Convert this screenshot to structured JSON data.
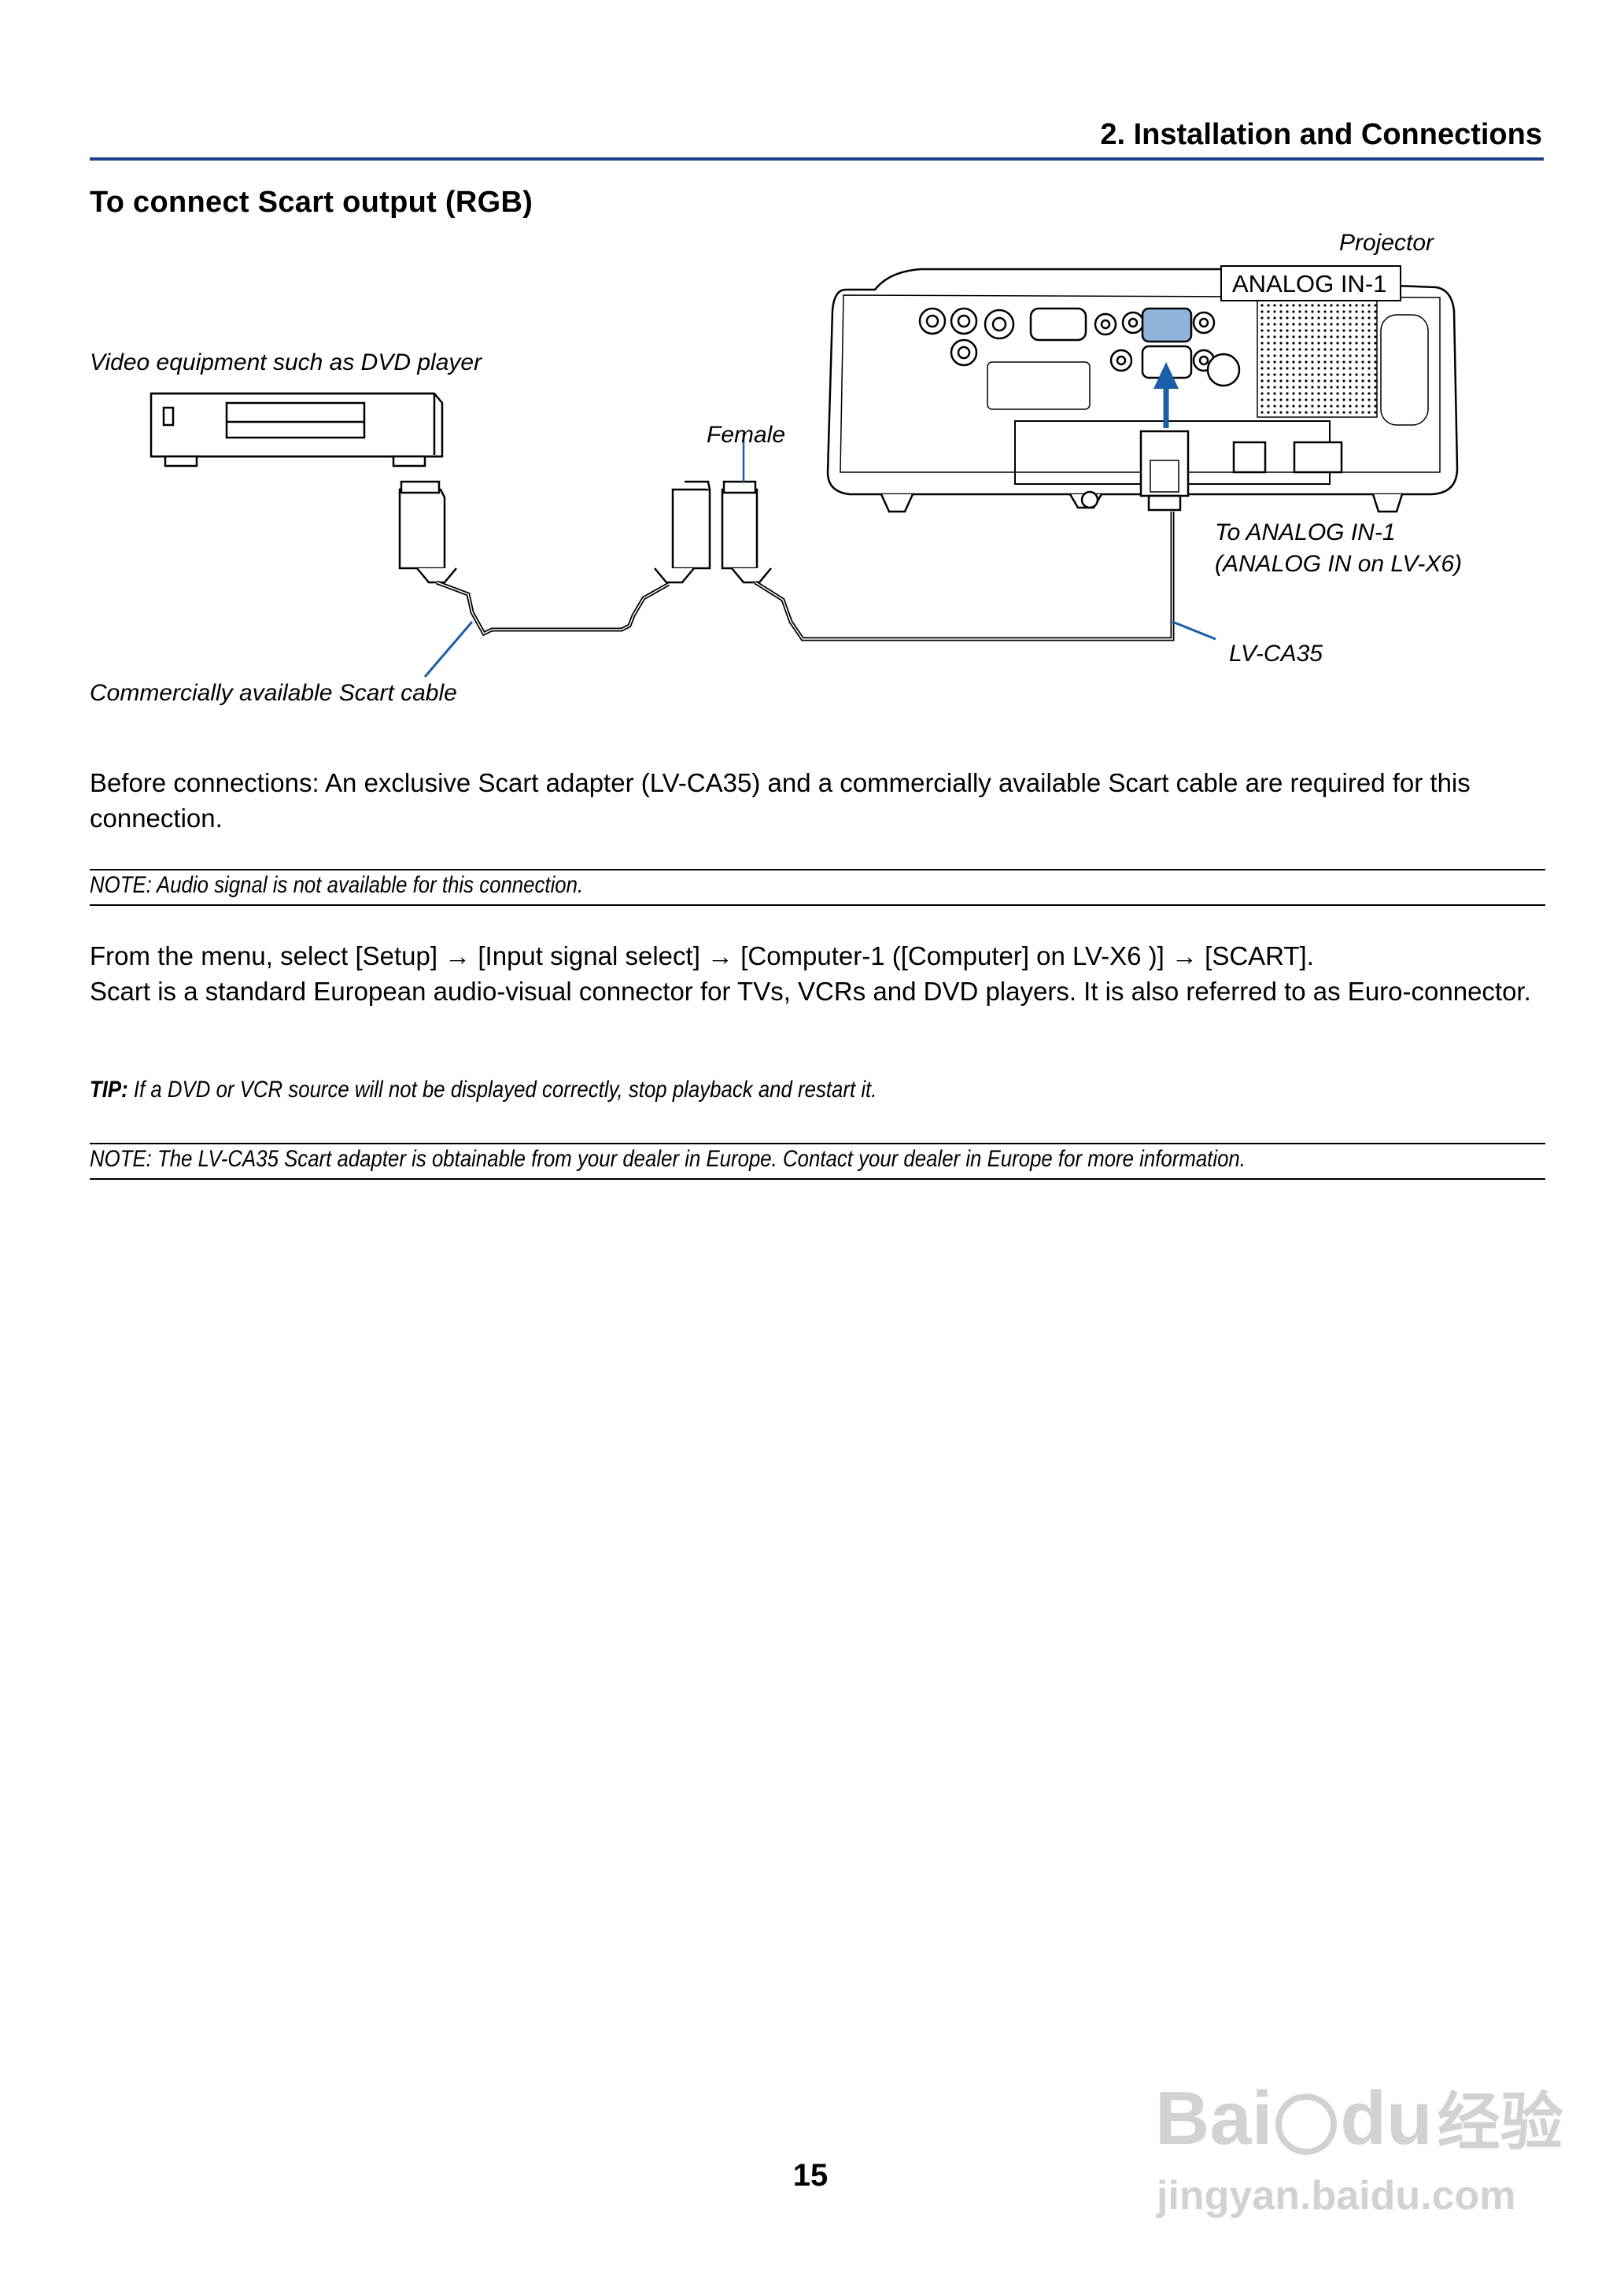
{
  "header": {
    "chapter": "2. Installation and Connections"
  },
  "section": {
    "title": "To connect Scart output (RGB)"
  },
  "diagram": {
    "label_projector": "Projector",
    "label_analog_in_box": "ANALOG IN-1",
    "label_video_equipment": "Video equipment such as DVD player",
    "label_female": "Female",
    "label_to_analog_line1": "To ANALOG IN-1",
    "label_to_analog_line2": "(ANALOG IN on LV-X6)",
    "label_adapter": "LV-CA35",
    "label_scart_cable": "Commercially available Scart cable"
  },
  "body": {
    "before_connections": "Before connections: An exclusive Scart adapter (LV-CA35) and a commercially available Scart cable are required for this connection.",
    "note_audio": "NOTE: Audio signal is not available for this connection.",
    "menu_instruction": "From the menu, select [Setup] → [Input signal select] → [Computer-1 ([Computer] on LV-X6 )] → [SCART].",
    "scart_description": "Scart is a standard European audio-visual connector for TVs, VCRs and DVD players. It is also referred to as Euro-connector.",
    "tip_label": "TIP:",
    "tip_text": " If a DVD or VCR source will not be displayed correctly, stop playback and restart it.",
    "note_dealer": "NOTE: The LV-CA35 Scart adapter is obtainable from your dealer in Europe. Contact your dealer in Europe for more information."
  },
  "footer": {
    "page_number": "15"
  },
  "watermark": {
    "brand": "Bai",
    "brand_tail": "du",
    "cn": "经验",
    "url": "jingyan.baidu.com"
  },
  "colors": {
    "accent_blue": "#1b5ea8",
    "rule_blue": "#1b3f8f"
  }
}
